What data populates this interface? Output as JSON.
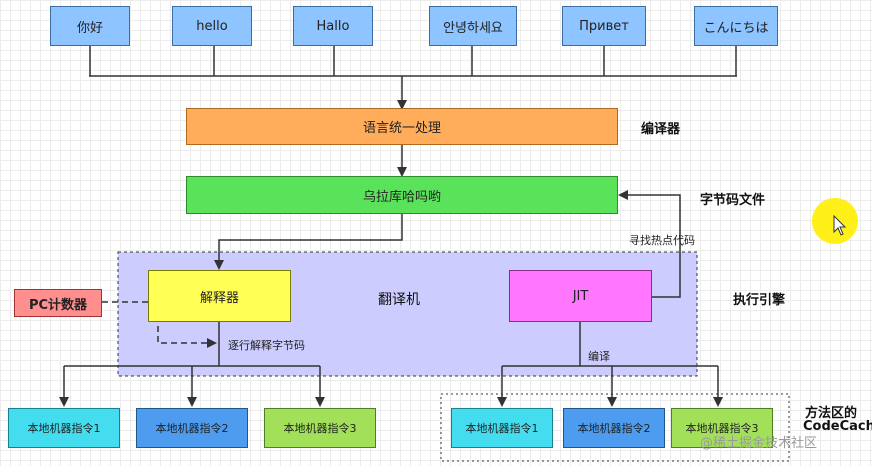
{
  "greetings": [
    "你好",
    "hello",
    "Hallo",
    "안녕하세요",
    "Привет",
    "こんにちは"
  ],
  "stages": {
    "unify": "语言统一处理",
    "bytecode": "乌拉库哈吗哟",
    "interpreter": "解释器",
    "jit": "JIT",
    "pc": "PC计数器"
  },
  "side_labels": {
    "compiler": "编译器",
    "bytecode_file": "字节码文件",
    "engine": "执行引擎",
    "method_area_line1": "方法区的",
    "method_area_line2": "CodeCache"
  },
  "notes": {
    "translator": "翻译机",
    "find_hot": "寻找热点代码",
    "line_by_line": "逐行解释字节码",
    "compile": "编译"
  },
  "instructions_left": [
    "本地机器指令1",
    "本地机器指令2",
    "本地机器指令3"
  ],
  "instructions_right": [
    "本地机器指令1",
    "本地机器指令2",
    "本地机器指令3"
  ],
  "watermark": "@稀土掘金技术社区",
  "colors": {
    "greeting_box": "#8ec4ff",
    "unify_box": "#ffad5b",
    "bytecode_box": "#5ae35a",
    "engine_area": "#ccccff",
    "interpreter_box": "#ffff55",
    "jit_box": "#ff77ff",
    "pc_box": "#ff8f8f",
    "instr_cyan": "#44ddf0",
    "instr_blue": "#4d9cf0",
    "instr_green": "#a2e05a"
  }
}
